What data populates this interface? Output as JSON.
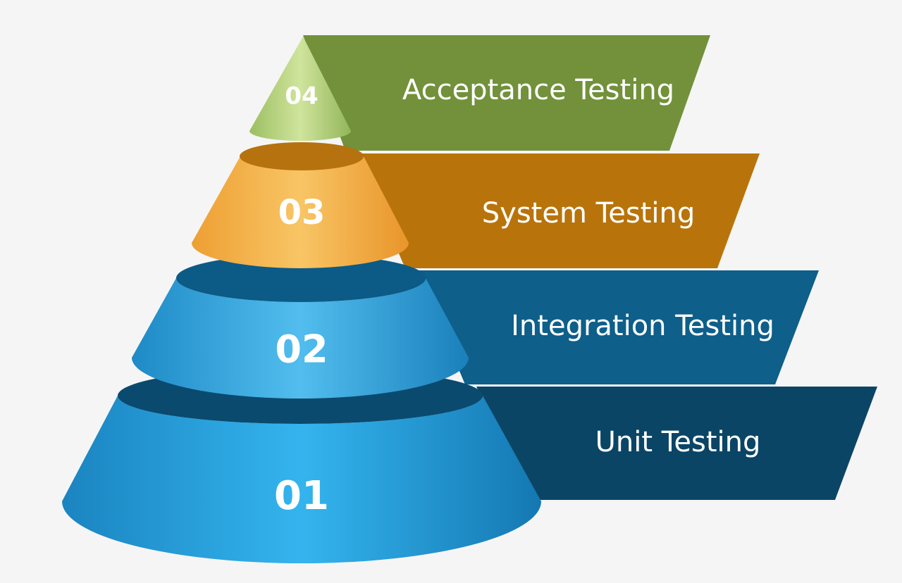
{
  "diagram": {
    "levels": [
      {
        "number": "01",
        "label": "Unit Testing",
        "color": "#0b4566",
        "cone_light": "#2fb1ec",
        "cone_dark": "#1278b0"
      },
      {
        "number": "02",
        "label": "Integration Testing",
        "color": "#0e5f8a",
        "cone_light": "#4ab8ea",
        "cone_dark": "#1a84bd"
      },
      {
        "number": "03",
        "label": "System Testing",
        "color": "#b8740b",
        "cone_light": "#f6bc55",
        "cone_dark": "#e9972b"
      },
      {
        "number": "04",
        "label": "Acceptance Testing",
        "color": "#72913a",
        "cone_light": "#c4dd8c",
        "cone_dark": "#93b65a"
      }
    ],
    "background": "#f5f5f5"
  }
}
